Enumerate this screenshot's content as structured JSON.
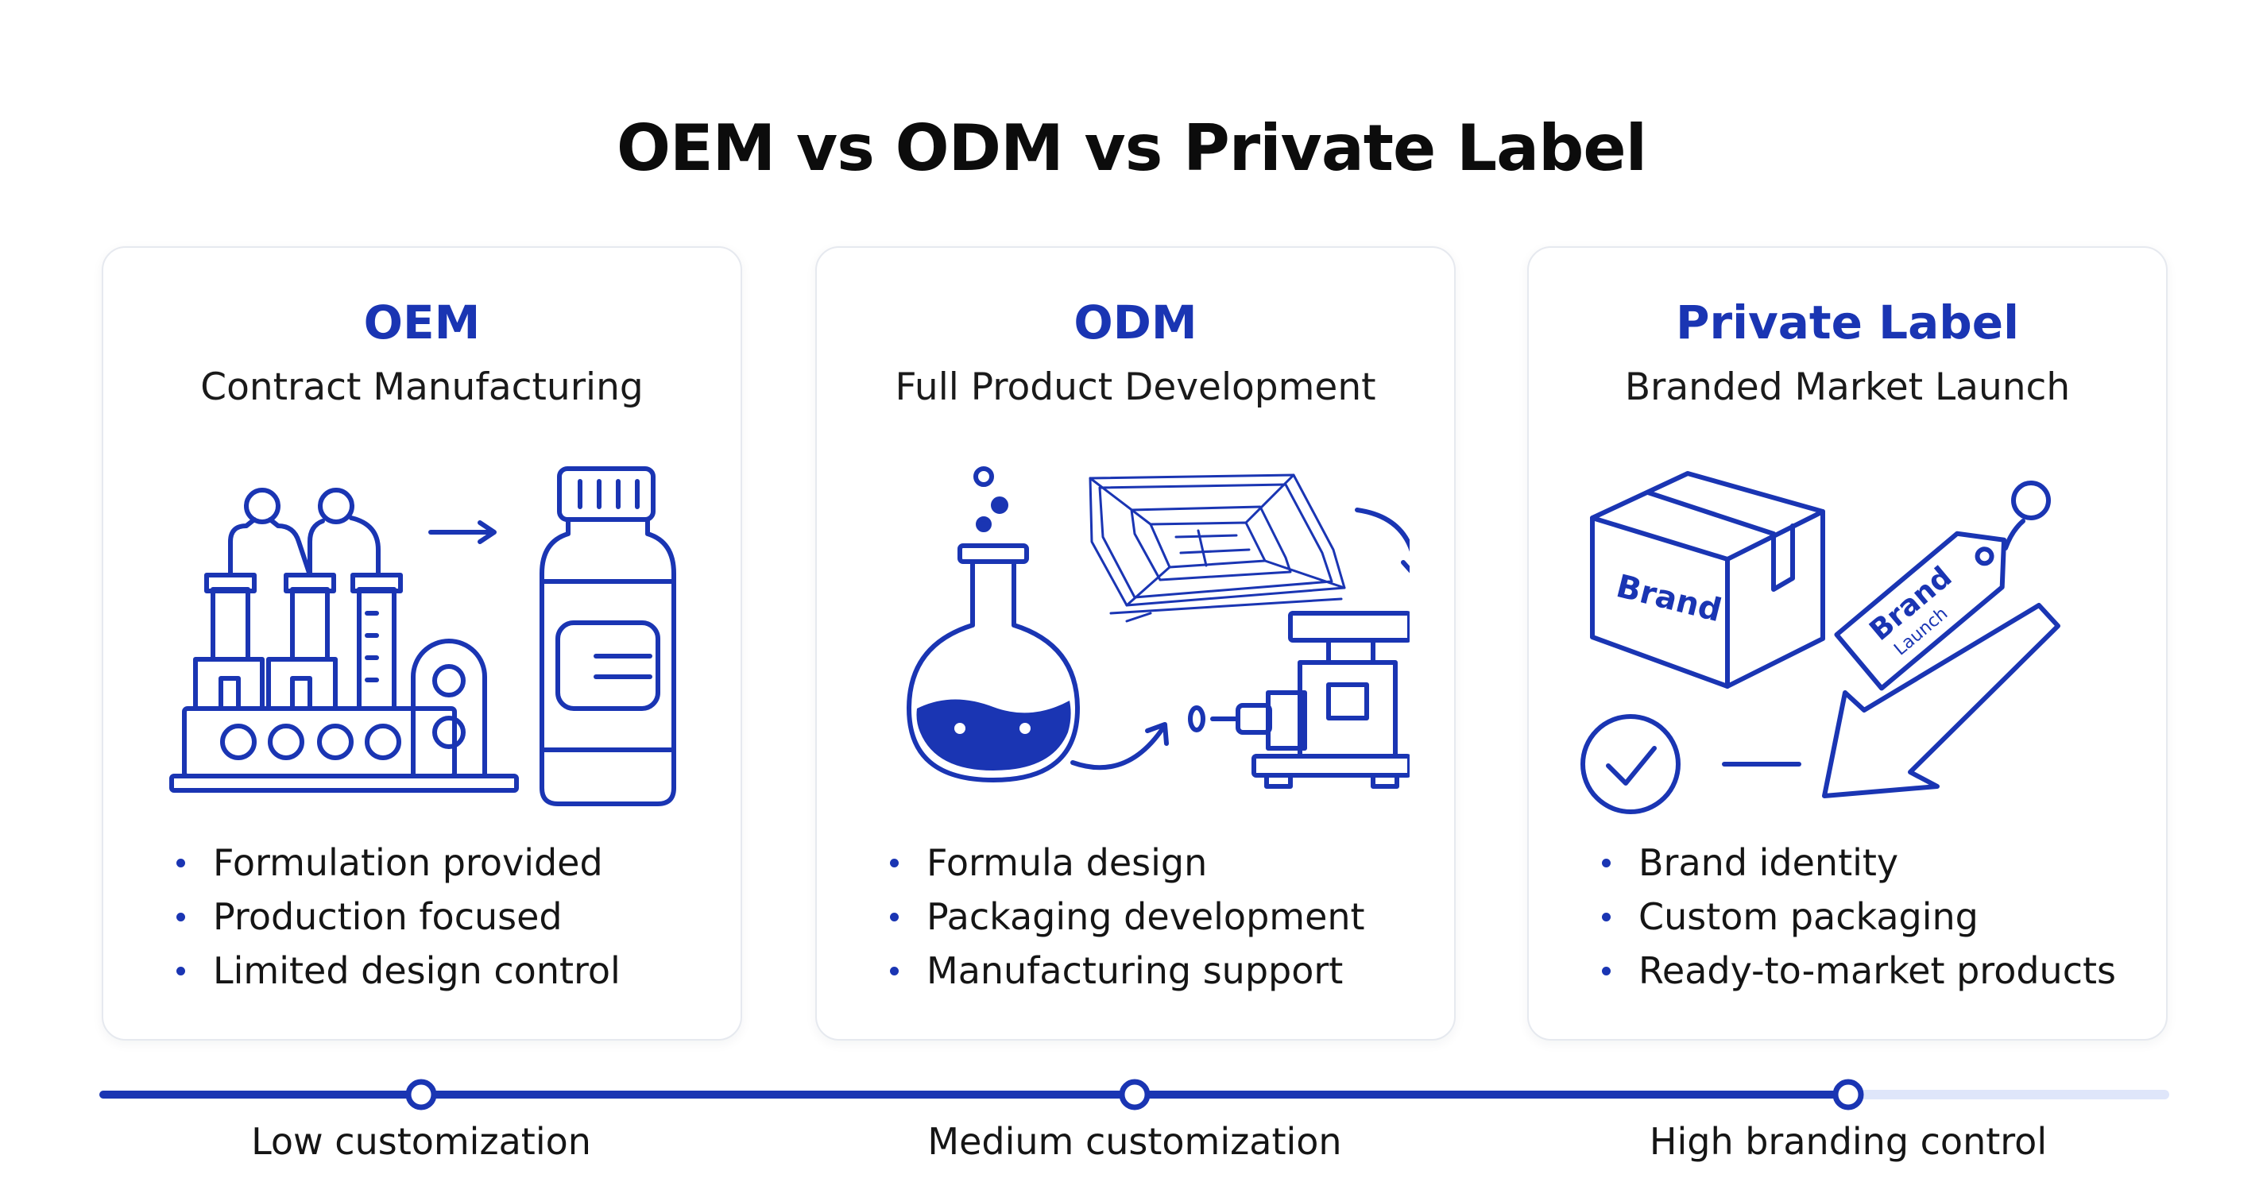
{
  "title": "OEM vs ODM vs Private Label",
  "colors": {
    "accent": "#1a35b3",
    "track_light": "#dfe6fa",
    "card_border": "#e6e9ef"
  },
  "cards": [
    {
      "title": "OEM",
      "subtitle": "Contract Manufacturing",
      "illustration": "factory-line-and-bottle-icon",
      "bullets": [
        "Formulation provided",
        "Production focused",
        "Limited design control"
      ]
    },
    {
      "title": "ODM",
      "subtitle": "Full Product Development",
      "illustration": "flask-blueprint-and-machine-icon",
      "bullets": [
        "Formula design",
        "Packaging development",
        "Manufacturing support"
      ]
    },
    {
      "title": "Private Label",
      "subtitle": "Branded Market Launch",
      "illustration": "brand-box-tag-and-check-icon",
      "box_label": "Brand",
      "tag_labels": [
        "Brand",
        "Launch"
      ],
      "bullets": [
        "Brand identity",
        "Custom packaging",
        "Ready-to-market products"
      ]
    }
  ],
  "scale": {
    "labels": [
      "Low customization",
      "Medium customization",
      "High branding control"
    ]
  }
}
